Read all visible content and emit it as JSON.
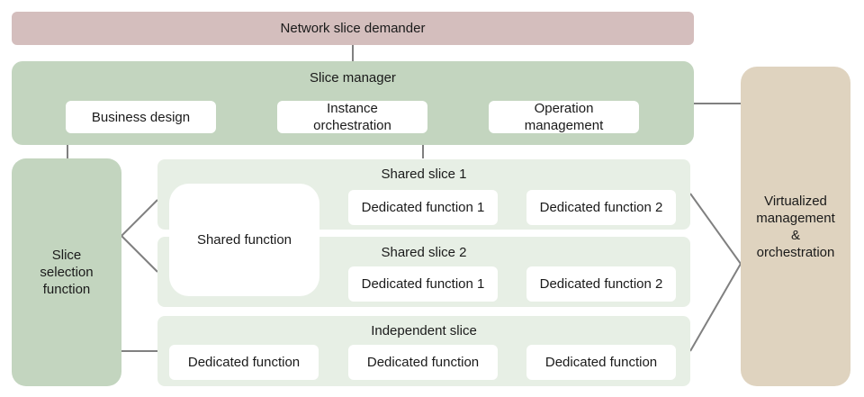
{
  "demander": {
    "label": "Network slice demander"
  },
  "slice_manager": {
    "title": "Slice manager",
    "items": [
      {
        "label": "Business design"
      },
      {
        "label": "Instance\norchestration"
      },
      {
        "label": "Operation\nmanagement"
      }
    ]
  },
  "slice_selection": {
    "label": "Slice\nselection\nfunction"
  },
  "vmo": {
    "label": "Virtualized\nmanagement\n&\norchestration"
  },
  "shared_function": {
    "label": "Shared function"
  },
  "shared_slice_1": {
    "title": "Shared slice 1",
    "functions": [
      {
        "label": "Dedicated function 1"
      },
      {
        "label": "Dedicated function 2"
      }
    ]
  },
  "shared_slice_2": {
    "title": "Shared slice 2",
    "functions": [
      {
        "label": "Dedicated function 1"
      },
      {
        "label": "Dedicated function 2"
      }
    ]
  },
  "independent_slice": {
    "title": "Independent slice",
    "functions": [
      {
        "label": "Dedicated function"
      },
      {
        "label": "Dedicated function"
      },
      {
        "label": "Dedicated function"
      }
    ]
  },
  "colors": {
    "demander": "#d4bebd",
    "manager_green": "#c3d5bf",
    "slice_light": "#e7efe5",
    "vmo_tan": "#dfd3bf",
    "connector": "#808080"
  }
}
